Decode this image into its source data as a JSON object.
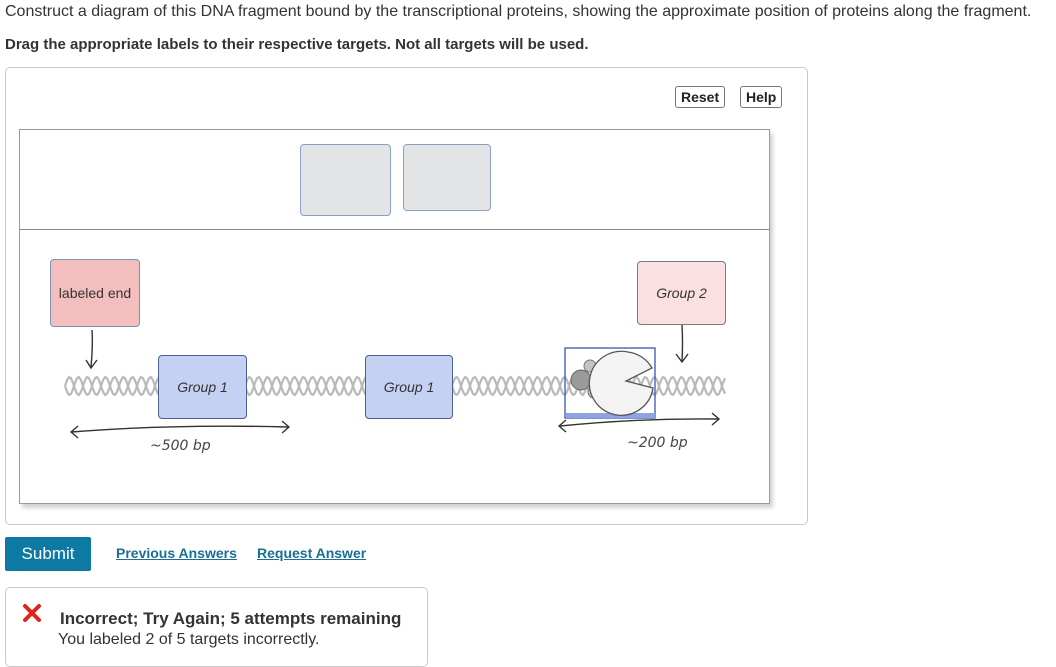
{
  "question": "Construct a diagram of this DNA fragment bound by the transcriptional proteins, showing the approximate position of proteins along the fragment.",
  "instruction": "Drag the appropriate labels to their respective targets. Not all targets will be used.",
  "toolbar": {
    "reset_label": "Reset",
    "help_label": "Help"
  },
  "labels": {
    "labeled_end": "labeled end",
    "group2": "Group 2",
    "group1_a": "Group 1",
    "group1_b": "Group 1"
  },
  "distances": {
    "left": "~500 bp",
    "right": "~200 bp"
  },
  "actions": {
    "submit_label": "Submit",
    "previous_answers": "Previous Answers",
    "request_answer": "Request Answer"
  },
  "feedback": {
    "title": "Incorrect; Try Again; 5 attempts remaining",
    "message": "You labeled 2 of 5 targets incorrectly."
  },
  "colors": {
    "submit_bg": "#0d7aa3",
    "error_red": "#e2231a",
    "group1_fill": "#c5d1f3",
    "labeled_end_fill": "#f2bfbe",
    "group2_fill": "#fbe0e2",
    "drop_target_fill": "#e3e4e6"
  },
  "icons": {
    "feedback": "x-icon",
    "protein": "pacman-protein-icon"
  }
}
